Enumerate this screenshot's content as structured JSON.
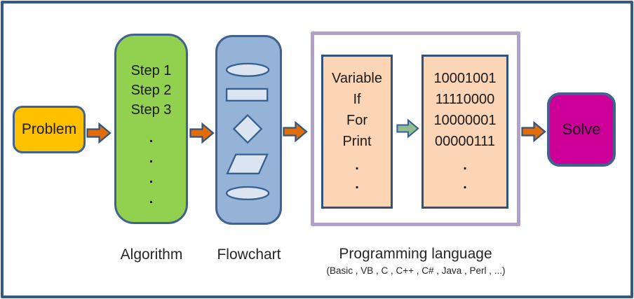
{
  "problem": {
    "label": "Problem"
  },
  "algorithm": {
    "caption": "Algorithm",
    "lines": [
      "Step 1",
      "Step 2",
      "Step 3"
    ],
    "dots": [
      ".",
      ".",
      ".",
      "."
    ]
  },
  "flowchart": {
    "caption": "Flowchart",
    "shapes": [
      "terminator",
      "process",
      "decision",
      "input-output",
      "terminator"
    ]
  },
  "programming": {
    "caption": "Programming language",
    "languages_caption": "(Basic , VB , C , C++ , C# , Java , Perl , ...)",
    "keywords": [
      "Variable",
      "If",
      "For",
      "Print"
    ],
    "keyword_dots": [
      ".",
      "."
    ],
    "binary": [
      "10001001",
      "11110000",
      "10000001",
      "00000111"
    ],
    "binary_dots": [
      ".",
      "."
    ]
  },
  "solve": {
    "label": "Solve"
  },
  "colors": {
    "frame_border": "#36597F",
    "problem_fill": "#FFC000",
    "algorithm_fill": "#92D050",
    "flowchart_fill": "#95B3D7",
    "flowchart_shape_fill": "#DBE5F1",
    "shape_border": "#376092",
    "orange_arrow_fill": "#E36C0A",
    "green_arrow_fill": "#93BC93",
    "programming_container_border": "#B2A1C7",
    "code_box_fill": "#FBD5B5",
    "code_box_border": "#2F5478",
    "solve_fill": "#CC0099"
  }
}
